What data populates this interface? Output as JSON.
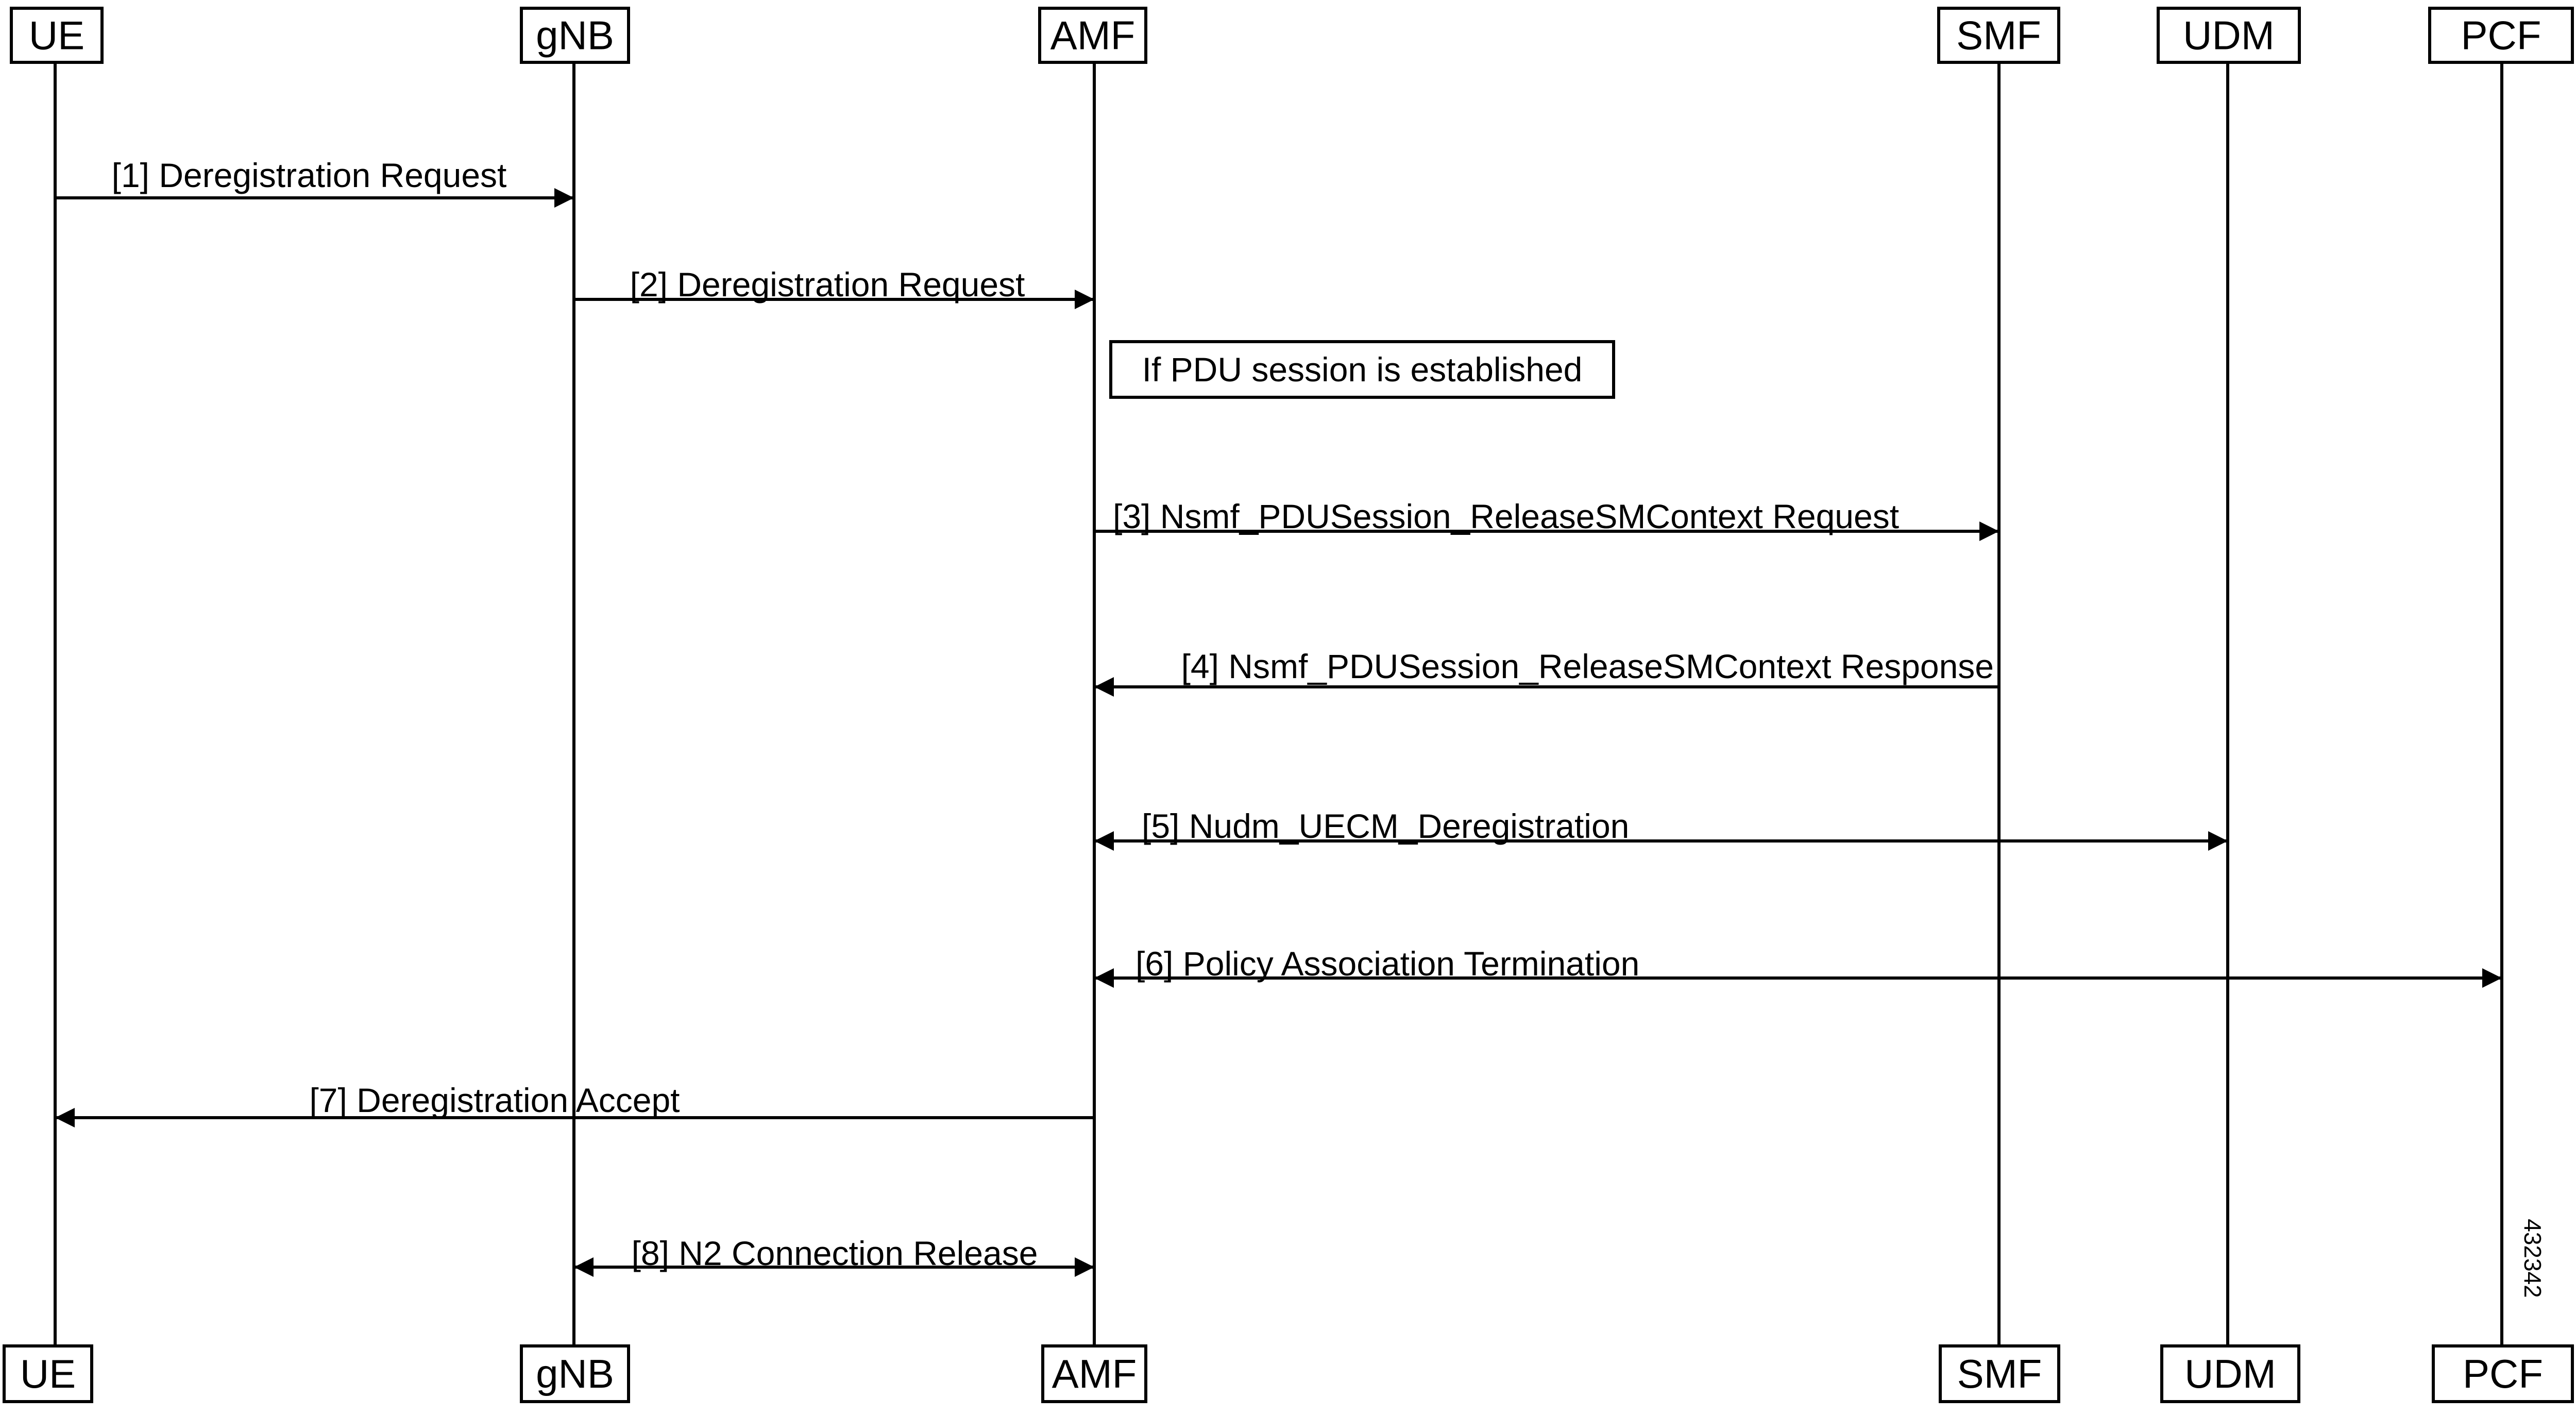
{
  "participants": [
    {
      "id": "ue",
      "label": "UE"
    },
    {
      "id": "gnb",
      "label": "gNB"
    },
    {
      "id": "amf",
      "label": "AMF"
    },
    {
      "id": "smf",
      "label": "SMF"
    },
    {
      "id": "udm",
      "label": "UDM"
    },
    {
      "id": "pcf",
      "label": "PCF"
    }
  ],
  "messages": [
    {
      "step": 1,
      "label": "[1] Deregistration Request",
      "from": "ue",
      "to": "gnb",
      "direction": "one-way"
    },
    {
      "step": 2,
      "label": "[2] Deregistration Request",
      "from": "gnb",
      "to": "amf",
      "direction": "one-way"
    },
    {
      "step": 3,
      "label": "[3] Nsmf_PDUSession_ReleaseSMContext Request",
      "from": "amf",
      "to": "smf",
      "direction": "one-way"
    },
    {
      "step": 4,
      "label": "[4] Nsmf_PDUSession_ReleaseSMContext Response",
      "from": "smf",
      "to": "amf",
      "direction": "one-way"
    },
    {
      "step": 5,
      "label": "[5] Nudm_UECM_Deregistration",
      "from": "amf",
      "to": "udm",
      "direction": "two-way"
    },
    {
      "step": 6,
      "label": "[6] Policy Association Termination",
      "from": "amf",
      "to": "pcf",
      "direction": "two-way"
    },
    {
      "step": 7,
      "label": "[7] Deregistration Accept",
      "from": "amf",
      "to": "ue",
      "direction": "one-way"
    },
    {
      "step": 8,
      "label": "[8] N2 Connection Release",
      "from": "gnb",
      "to": "amf",
      "direction": "two-way"
    }
  ],
  "condition_note": {
    "label": "If PDU session is established",
    "anchor": "amf"
  },
  "figure_id": "432342",
  "colors": {
    "line": "#000000",
    "background": "#ffffff",
    "text": "#000000"
  }
}
